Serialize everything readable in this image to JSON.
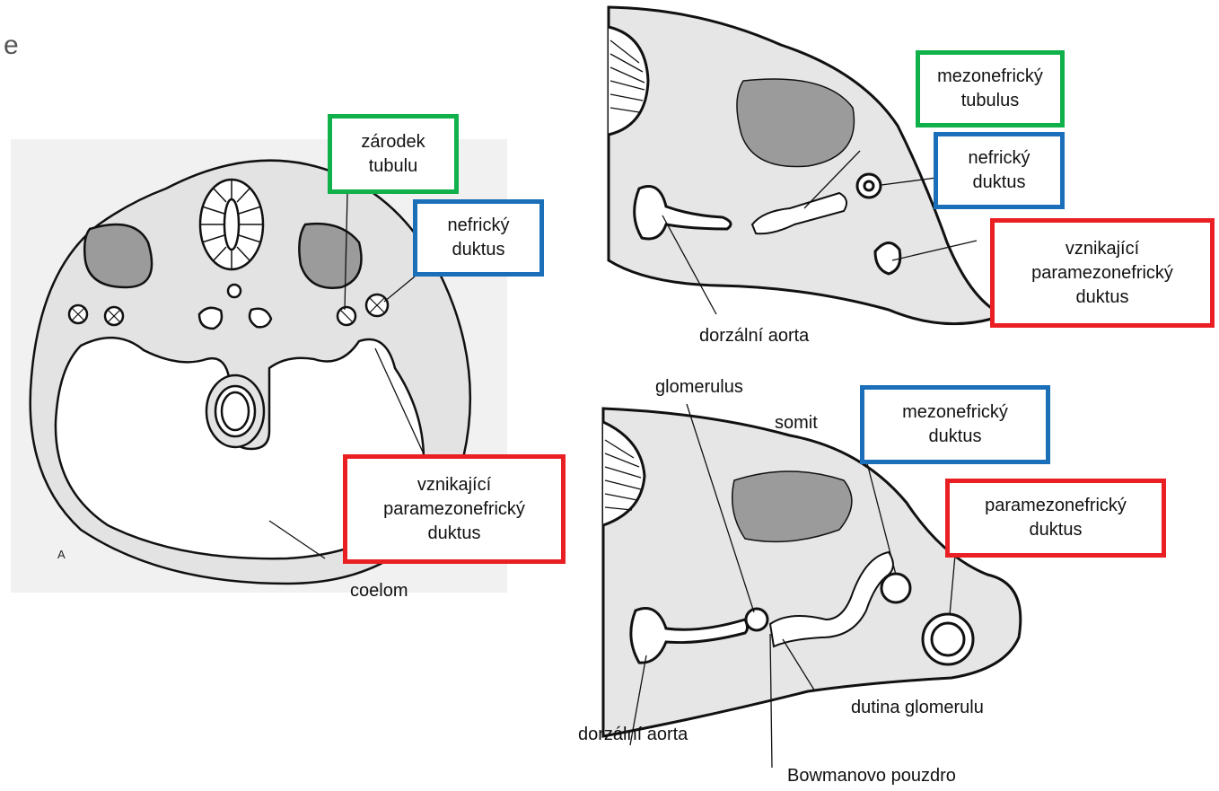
{
  "corner_glyph": "e",
  "figure_a": {
    "figure_letter": "A",
    "labels": {
      "tubule_primordium": "zárodek\ntubulu",
      "nephric_duct": "nefrický\nduktus",
      "paramesonephric": "vznikající\nparamezonefrický\nduktus",
      "coelom": "coelom"
    }
  },
  "figure_b": {
    "labels": {
      "mesonephric_tubule": "mezonefrický\ntubulus",
      "nephric_duct": "nefrický\nduktus",
      "paramesonephric": "vznikající\nparamezonefrický\nduktus",
      "dorsal_aorta": "dorzální aorta"
    }
  },
  "figure_c": {
    "labels": {
      "glomerulus": "glomerulus",
      "somit": "somit",
      "mesonephric_duct": "mezonefrický\nduktus",
      "paramesonephric": "paramezonefrický\nduktus",
      "dutina": "dutina glomerulu",
      "dorsal_aorta": "dorzální aorta",
      "bowman": "Bowmanovo pouzdro"
    }
  },
  "colors": {
    "green_box": "#10b04a",
    "blue_box": "#1a6fb8",
    "red_box": "#ea1f23",
    "tissue_fill": "#e6e6e6",
    "somite_fill": "#9b9b9b"
  }
}
